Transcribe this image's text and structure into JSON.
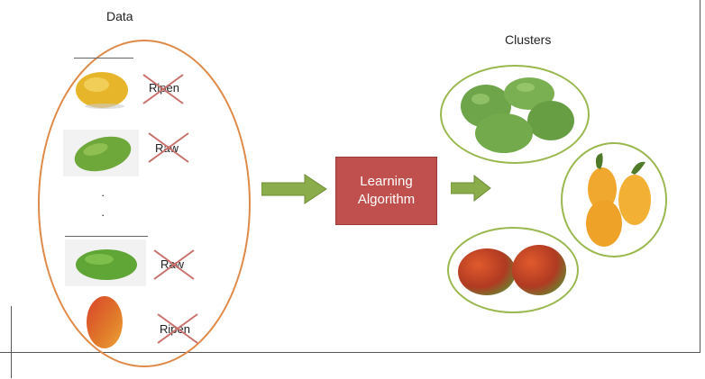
{
  "titles": {
    "data": "Data",
    "clusters": "Clusters"
  },
  "algorithm": {
    "line1": "Learning",
    "line2": "Algorithm"
  },
  "data_items": [
    {
      "label": "Ripen",
      "fruit": "yellow-mango"
    },
    {
      "label": "Raw",
      "fruit": "green-mango"
    },
    {
      "label": "Raw",
      "fruit": "green-mango"
    },
    {
      "label": "Ripen",
      "fruit": "red-mango"
    }
  ],
  "ellipsis": [
    "·",
    "·"
  ],
  "colors": {
    "data_ellipse": "#e08a4a",
    "cluster_border": "#9ab84f",
    "arrow": "#8aac4a",
    "algorithm_box": "#c0504d",
    "cross": "#c9706c"
  }
}
